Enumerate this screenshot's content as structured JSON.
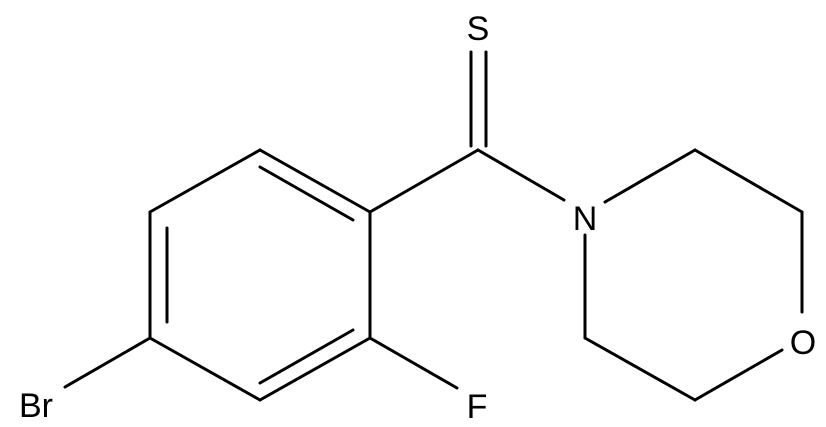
{
  "molecule": {
    "atoms": {
      "sulfur": "S",
      "nitrogen": "N",
      "oxygen": "O",
      "fluorine": "F",
      "bromine": "Br"
    },
    "colors": {
      "bond": "#000000",
      "label": "#000000",
      "background": "#ffffff"
    }
  }
}
